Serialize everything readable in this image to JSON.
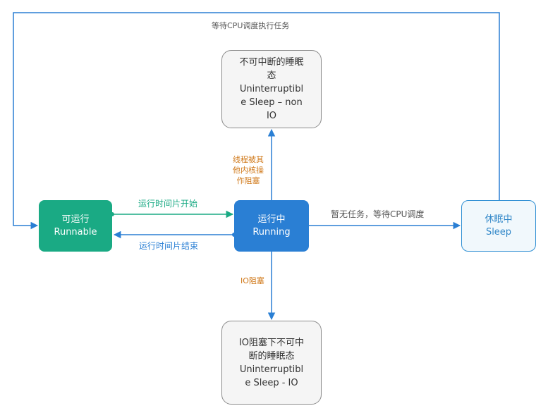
{
  "diagram": {
    "nodes": {
      "runnable": {
        "line1": "可运行",
        "line2": "Runnable"
      },
      "running": {
        "line1": "运行中",
        "line2": "Running"
      },
      "sleep": {
        "line1": "休眠中",
        "line2": "Sleep"
      },
      "uninterruptible_non_io": {
        "lines": [
          "不可中断的睡眠",
          "态",
          "Uninterruptibl",
          "e Sleep – non",
          "IO"
        ]
      },
      "uninterruptible_io": {
        "lines": [
          "IO阻塞下不可中",
          "断的睡眠态",
          "Uninterruptibl",
          "e Sleep - IO"
        ]
      }
    },
    "edges": {
      "sleep_to_runnable": "等待CPU调度执行任务",
      "runnable_to_running": "运行时间片开始",
      "running_to_runnable": "运行时间片结束",
      "running_to_sleep": "暂无任务，等待CPU调度",
      "running_to_non_io": [
        "线程被其",
        "他内核操",
        "作阻塞"
      ],
      "running_to_io": "IO阻塞"
    }
  },
  "colors": {
    "green": "#1aaa84",
    "blue": "#2a7fd4",
    "sleep_border": "#3291d4",
    "orange": "#d07818",
    "gray_border": "#8c8c8c"
  }
}
